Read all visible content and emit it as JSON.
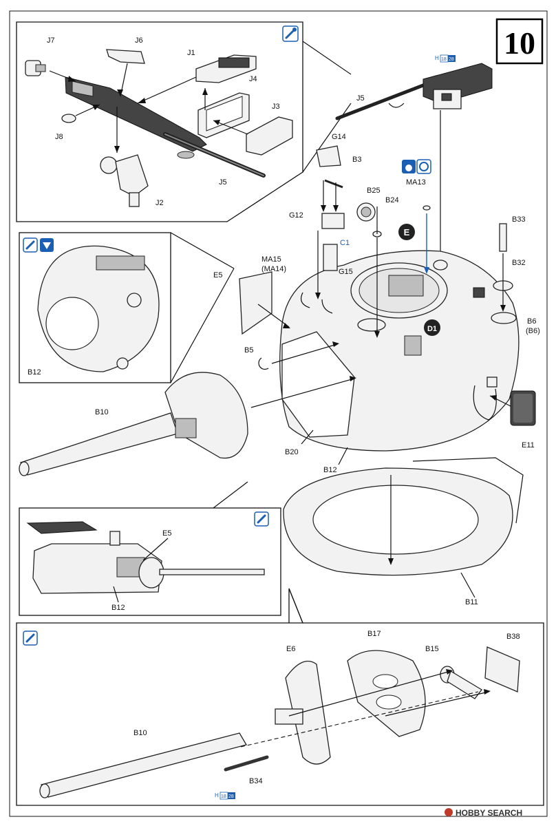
{
  "step_number": "10",
  "watermark": "HOBBY SEARCH",
  "paint_refs": {
    "mg": {
      "h": "H",
      "n1": "18",
      "n2": "28"
    },
    "b34": {
      "h": "H",
      "n1": "18",
      "n2": "28"
    }
  },
  "labels": {
    "J7": "J7",
    "J6": "J6",
    "J1": "J1",
    "J4": "J4",
    "J3": "J3",
    "J8": "J8",
    "J5_inset": "J5",
    "J2": "J2",
    "J5_main": "J5",
    "G14": "G14",
    "B3": "B3",
    "MA13": "MA13",
    "B25": "B25",
    "B24": "B24",
    "G12": "G12",
    "C1": "C1",
    "B33": "B33",
    "B32": "B32",
    "MA15": "MA15",
    "MA14": "(MA14)",
    "G15": "G15",
    "E5_main": "E5",
    "B5": "B5",
    "B6": "B6",
    "B6b": "(B6)",
    "E11": "E11",
    "B10_main": "B10",
    "B20": "B20",
    "B12_main": "B12",
    "B12_inset": "B12",
    "B11": "B11",
    "E5_inset": "E5",
    "B12_side": "B12",
    "E6": "E6",
    "B17": "B17",
    "B15": "B15",
    "B38": "B38",
    "B10_bottom": "B10",
    "B34": "B34",
    "callout_E": "E",
    "callout_D1": "D1"
  }
}
